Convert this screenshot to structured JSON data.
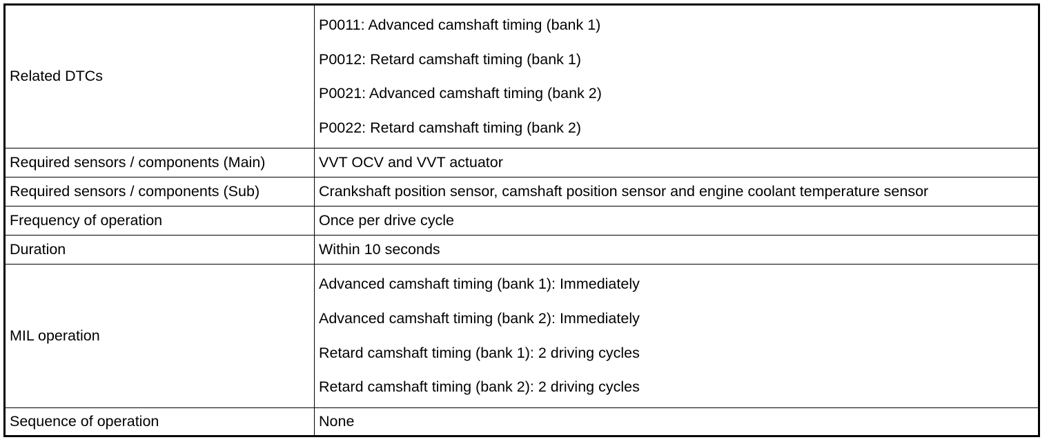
{
  "rows": [
    {
      "label": "Related DTCs",
      "values": [
        "P0011: Advanced camshaft timing (bank 1)",
        "P0012: Retard camshaft timing (bank 1)",
        "P0021: Advanced camshaft timing (bank 2)",
        "P0022: Retard camshaft timing (bank 2)"
      ]
    },
    {
      "label": "Required sensors / components (Main)",
      "value": "VVT OCV and VVT actuator"
    },
    {
      "label": "Required sensors / components (Sub)",
      "value": "Crankshaft position sensor, camshaft position sensor and engine coolant temperature sensor"
    },
    {
      "label": "Frequency of operation",
      "value": "Once per drive cycle"
    },
    {
      "label": "Duration",
      "value": "Within 10 seconds"
    },
    {
      "label": "MIL operation",
      "values": [
        "Advanced camshaft timing (bank 1): Immediately",
        "Advanced camshaft timing (bank 2): Immediately",
        "Retard camshaft timing (bank 1): 2 driving cycles",
        "Retard camshaft timing (bank 2): 2 driving cycles"
      ]
    },
    {
      "label": "Sequence of operation",
      "value": "None"
    }
  ]
}
